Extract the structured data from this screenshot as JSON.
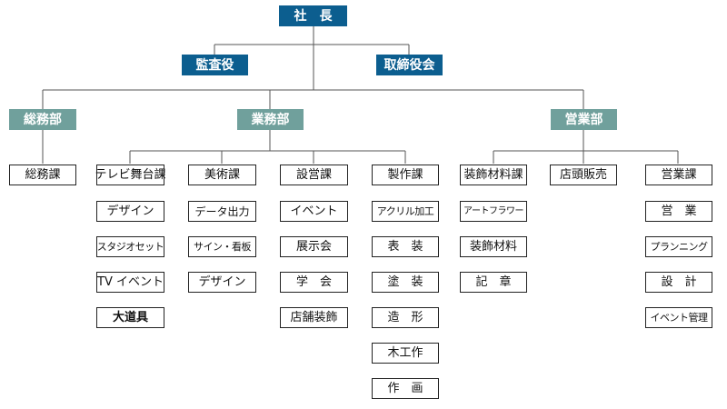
{
  "top": "社　長",
  "executives": [
    "監査役",
    "取締役会"
  ],
  "departments": [
    "総務部",
    "業務部",
    "営業部"
  ],
  "soumu": {
    "sections": [
      "総務課"
    ]
  },
  "gyomu": {
    "sections": [
      {
        "name": "テレビ舞台課",
        "items": [
          "デザイン",
          "スタジオセット",
          "TV イベント",
          "大道具"
        ]
      },
      {
        "name": "美術課",
        "items": [
          "データ出力",
          "サイン・看板",
          "デザイン"
        ]
      },
      {
        "name": "設営課",
        "items": [
          "イベント",
          "展示会",
          "学　会",
          "店舗装飾"
        ]
      },
      {
        "name": "製作課",
        "items": [
          "アクリル加工",
          "表　装",
          "塗　装",
          "造　形",
          "木工作",
          "作　画"
        ]
      }
    ]
  },
  "eigyo": {
    "sections": [
      {
        "name": "装飾材料課",
        "items": [
          "アートフラワー",
          "装飾材料",
          "記　章"
        ]
      },
      {
        "name": "店頭販売",
        "items": []
      },
      {
        "name": "営業課",
        "items": [
          "営　業",
          "プランニング",
          "設　計",
          "イベント管理"
        ]
      }
    ]
  },
  "colors": {
    "executive": "#0c5e8f",
    "department": "#70a09c",
    "line": "#555555"
  }
}
